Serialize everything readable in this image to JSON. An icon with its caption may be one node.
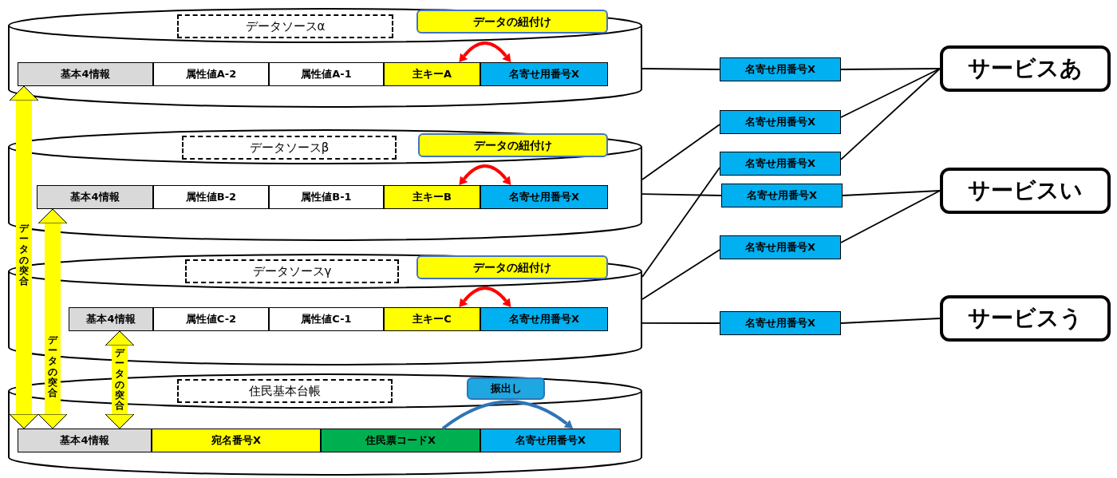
{
  "diagram": {
    "nodes": [
      {
        "text": [
          "データソースα"
        ]
      },
      {
        "text": [
          "基本4情報"
        ],
        "in": 0
      },
      {
        "text": [
          "属性値A-2"
        ],
        "in": 0
      },
      {
        "text": [
          "属性値A-1"
        ],
        "in": 0
      },
      {
        "text": [
          "主キーA"
        ],
        "in": 0
      },
      {
        "text": [
          "名寄せ用番号X"
        ],
        "in": 0
      },
      {
        "text": [
          "データソースβ"
        ]
      },
      {
        "text": [
          "基本4情報"
        ],
        "in": 6
      },
      {
        "text": [
          "属性値B-2"
        ],
        "in": 6
      },
      {
        "text": [
          "属性値B-1"
        ],
        "in": 6
      },
      {
        "text": [
          "主キーB"
        ],
        "in": 6
      },
      {
        "text": [
          "名寄せ用番号X"
        ],
        "in": 6
      },
      {
        "text": [
          "データソースγ"
        ]
      },
      {
        "text": [
          "基本4情報"
        ],
        "in": 12
      },
      {
        "text": [
          "属性値C-2"
        ],
        "in": 12
      },
      {
        "text": [
          "属性値C-1"
        ],
        "in": 12
      },
      {
        "text": [
          "主キーC"
        ],
        "in": 12
      },
      {
        "text": [
          "名寄せ用番号X"
        ],
        "in": 12
      },
      {
        "text": [
          "住民基本台帳"
        ]
      },
      {
        "text": [
          "基本4情報"
        ],
        "in": 18
      },
      {
        "text": [
          "宛名番号X"
        ],
        "in": 18
      },
      {
        "text": [
          "住民票コードX"
        ],
        "in": 18
      },
      {
        "text": [
          "名寄せ用番号X"
        ],
        "in": 18
      },
      {
        "text": [
          "サービスあ"
        ]
      },
      {
        "text": [
          "サービスい"
        ]
      },
      {
        "text": [
          "サービスう"
        ]
      },
      {
        "text": [
          "名寄せ用番号X"
        ]
      },
      {
        "text": [
          "名寄せ用番号X"
        ]
      },
      {
        "text": [
          "名寄せ用番号X"
        ]
      },
      {
        "text": [
          "名寄せ用番号X"
        ]
      },
      {
        "text": [
          "名寄せ用番号X"
        ]
      },
      {
        "text": [
          "名寄せ用番号X"
        ]
      }
    ],
    "edges": [
      {
        "from": 4,
        "to": 5,
        "arrow": "both",
        "label": "データの紐付け",
        "style": "thick",
        "color": "#ff0000"
      },
      {
        "from": 10,
        "to": 11,
        "arrow": "both",
        "label": "データの紐付け",
        "style": "thick",
        "color": "#ff0000"
      },
      {
        "from": 16,
        "to": 17,
        "arrow": "both",
        "label": "データの紐付け",
        "style": "thick",
        "color": "#ff0000"
      },
      {
        "from": 21,
        "to": 22,
        "arrow": "to",
        "label": "振出し",
        "style": "thick",
        "color": "#2e75b6"
      },
      {
        "from": 19,
        "to": 1,
        "arrow": "both",
        "label": "データの突合",
        "style": "thick",
        "color": "#ffff00"
      },
      {
        "from": 19,
        "to": 7,
        "arrow": "both",
        "label": "データの突合",
        "style": "thick",
        "color": "#ffff00"
      },
      {
        "from": 19,
        "to": 13,
        "arrow": "both",
        "label": "データの突合",
        "style": "thick",
        "color": "#ffff00"
      },
      {
        "from": 0,
        "to": 26,
        "arrow": "none"
      },
      {
        "from": 26,
        "to": 23,
        "arrow": "none"
      },
      {
        "from": 6,
        "to": 27,
        "arrow": "none"
      },
      {
        "from": 27,
        "to": 23,
        "arrow": "none"
      },
      {
        "from": 6,
        "to": 29,
        "arrow": "none"
      },
      {
        "from": 29,
        "to": 24,
        "arrow": "none"
      },
      {
        "from": 12,
        "to": 28,
        "arrow": "none"
      },
      {
        "from": 28,
        "to": 23,
        "arrow": "none"
      },
      {
        "from": 12,
        "to": 30,
        "arrow": "none"
      },
      {
        "from": 30,
        "to": 24,
        "arrow": "none"
      },
      {
        "from": 12,
        "to": 31,
        "arrow": "none"
      },
      {
        "from": 31,
        "to": 25,
        "arrow": "none"
      }
    ]
  }
}
